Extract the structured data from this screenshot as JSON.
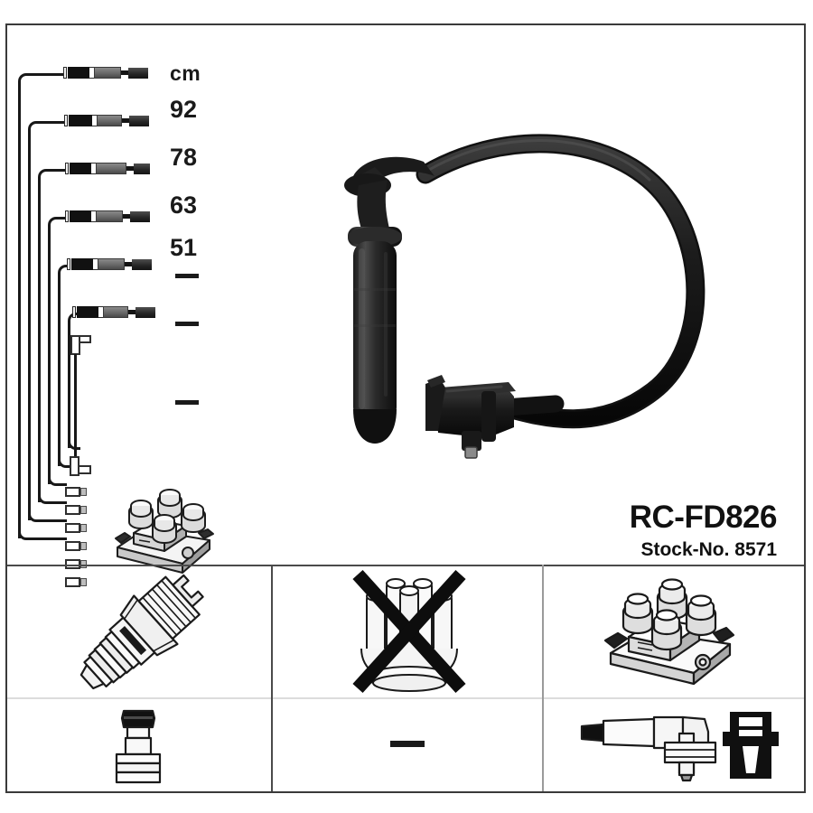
{
  "product": {
    "part_number": "RC-FD826",
    "stock_label": "Stock-No. 8571"
  },
  "lengths": {
    "unit_header": "cm",
    "rows": [
      {
        "value": "92",
        "is_dash": false
      },
      {
        "value": "78",
        "is_dash": false
      },
      {
        "value": "63",
        "is_dash": false
      },
      {
        "value": "51",
        "is_dash": false
      },
      {
        "value": "—",
        "is_dash": true
      },
      {
        "value": "—",
        "is_dash": true
      }
    ],
    "aux_cable": {
      "value": "—",
      "is_dash": true
    }
  },
  "panels": {
    "cells": [
      {
        "name": "spark-plug",
        "icon": "spark-plug-icon",
        "dash": false
      },
      {
        "name": "distributor-cap-not-included",
        "icon": "distributor-cap-crossed-icon",
        "dash": false
      },
      {
        "name": "ignition-coil-pack",
        "icon": "coil-pack-icon",
        "dash": false
      },
      {
        "name": "rubber-boot",
        "icon": "rubber-boot-icon",
        "dash": false
      },
      {
        "name": "empty-dash",
        "icon": "dash-icon",
        "dash": true
      },
      {
        "name": "angled-connector",
        "icon": "angled-connector-icon",
        "dash": false
      }
    ]
  },
  "colors": {
    "frame": "#3a3a3a",
    "wire": "#181818",
    "text": "#111111",
    "divider": "#4a4a4a",
    "divider_light": "#9a9a9a",
    "divider_horizontal": "#dcdcdc"
  },
  "diagram": {
    "cable_count": 6,
    "terminal_count": 6,
    "description": "ignition-cable-set-layout"
  }
}
